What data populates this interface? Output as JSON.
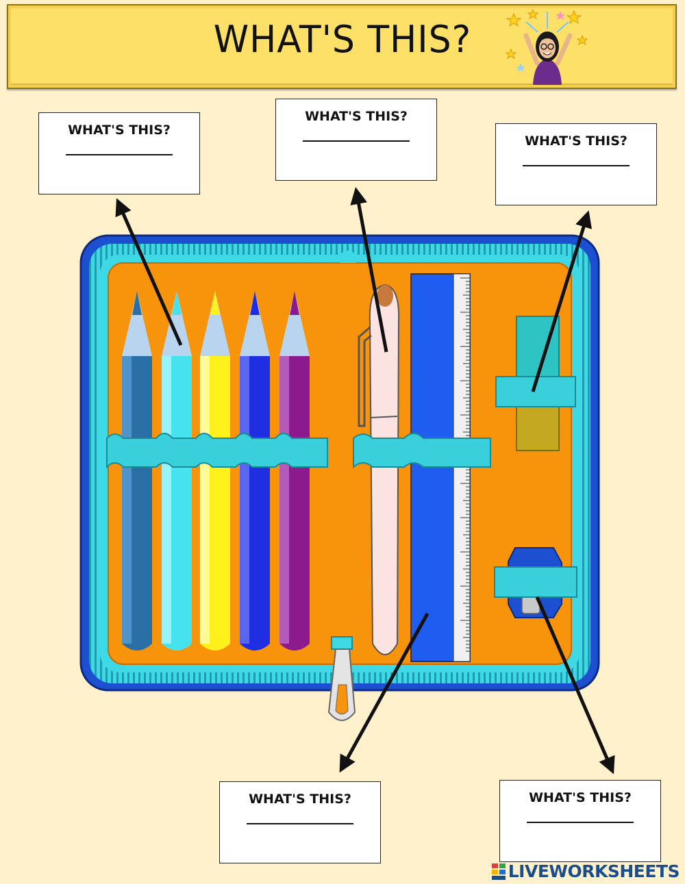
{
  "header": {
    "title": "WHAT'S THIS?"
  },
  "boxes": [
    {
      "question": "WHAT'S THIS?",
      "answer": ""
    },
    {
      "question": "WHAT'S THIS?",
      "answer": ""
    },
    {
      "question": "WHAT'S THIS?",
      "answer": ""
    },
    {
      "question": "WHAT'S THIS?",
      "answer": ""
    },
    {
      "question": "WHAT'S THIS?",
      "answer": ""
    }
  ],
  "footer": {
    "brand": "LIVEWORKSHEETS"
  },
  "colors": {
    "background": "#fff1cc",
    "banner": "#fde068",
    "case_orange": "#f7940b",
    "zipper_cyan": "#3fd9e6",
    "case_blue": "#1d4fd1"
  }
}
